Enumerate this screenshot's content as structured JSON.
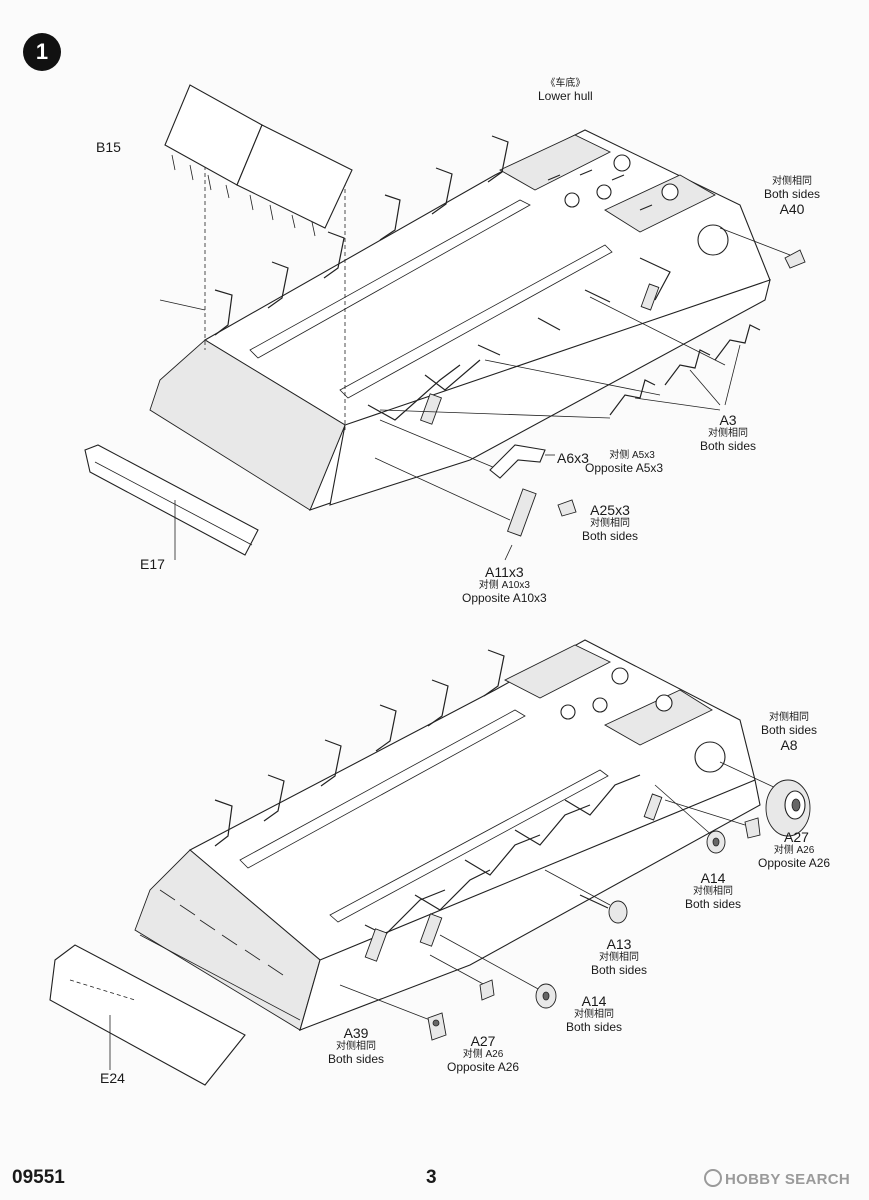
{
  "step": {
    "number": "1"
  },
  "footer": {
    "kit_number": "09551",
    "page_number": "3"
  },
  "watermark": {
    "text": "HOBBY SEARCH",
    "color": "#9a9a9a"
  },
  "top_assembly": {
    "lower_hull": {
      "cn": "《车底》",
      "en": "Lower hull"
    },
    "b15": {
      "code": "B15"
    },
    "a40": {
      "cn": "对侧相同",
      "en": "Both sides",
      "code": "A40"
    },
    "a3": {
      "code": "A3",
      "cn": "对侧相同",
      "en": "Both sides"
    },
    "a6": {
      "code": "A6x3",
      "cn": "对侧 A5x3",
      "en": "Opposite A5x3"
    },
    "a25": {
      "code": "A25x3",
      "cn": "对侧相同",
      "en": "Both sides"
    },
    "a11": {
      "code": "A11x3",
      "cn": "对侧 A10x3",
      "en": "Opposite A10x3"
    },
    "e17": {
      "code": "E17"
    }
  },
  "bottom_assembly": {
    "a8": {
      "cn": "对侧相同",
      "en": "Both sides",
      "code": "A8"
    },
    "a27_right": {
      "code": "A27",
      "cn": "对侧 A26",
      "en": "Opposite A26"
    },
    "a14_upper": {
      "code": "A14",
      "cn": "对侧相同",
      "en": "Both sides"
    },
    "a13": {
      "code": "A13",
      "cn": "对侧相同",
      "en": "Both sides"
    },
    "a14_lower": {
      "code": "A14",
      "cn": "对侧相同",
      "en": "Both sides"
    },
    "a27_lower": {
      "code": "A27",
      "cn": "对侧 A26",
      "en": "Opposite A26"
    },
    "a39": {
      "code": "A39",
      "cn": "对侧相同",
      "en": "Both sides"
    },
    "e24": {
      "code": "E24"
    }
  }
}
